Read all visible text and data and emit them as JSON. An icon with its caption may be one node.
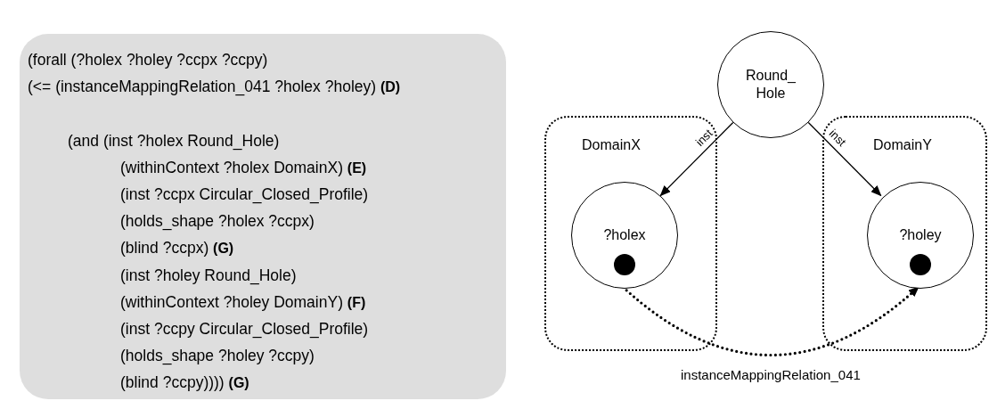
{
  "diagram": {
    "nodes": [
      {
        "text": [
          "(forall (?holex ?holey ?ccpx ?ccpy)",
          "(<= (instanceMappingRelation_041 ?holex ?holey) **(D)**",
          "(and (inst ?holex Round_Hole)",
          "(withinContext ?holex DomainX) **(E)**",
          "(inst ?ccpx Circular_Closed_Profile)",
          "(holds_shape ?holex ?ccpx)",
          "(blind ?ccpx) **(G)**",
          "(inst ?holey Round_Hole)",
          "(withinContext ?holey DomainY) **(F)**",
          "(inst ?ccpy Circular_Closed_Profile)",
          "(holds_shape ?holey ?ccpy)",
          "(blind ?ccpy)))) **(G)**"
        ]
      },
      {
        "text": [
          "Round_ Hole"
        ]
      },
      {
        "text": [
          "DomainX"
        ]
      },
      {
        "text": [
          "?holex"
        ],
        "in": 2
      },
      {
        "text": [
          "DomainY"
        ]
      },
      {
        "text": [
          "?holey"
        ],
        "in": 4
      }
    ],
    "edges": [
      {
        "from": 1,
        "to": 3,
        "arrow": "to",
        "label": "inst"
      },
      {
        "from": 1,
        "to": 5,
        "arrow": "to",
        "label": "inst"
      },
      {
        "from": 3,
        "to": 5,
        "arrow": "to",
        "style": "dashed",
        "label": "instanceMappingRelation_041"
      }
    ]
  }
}
